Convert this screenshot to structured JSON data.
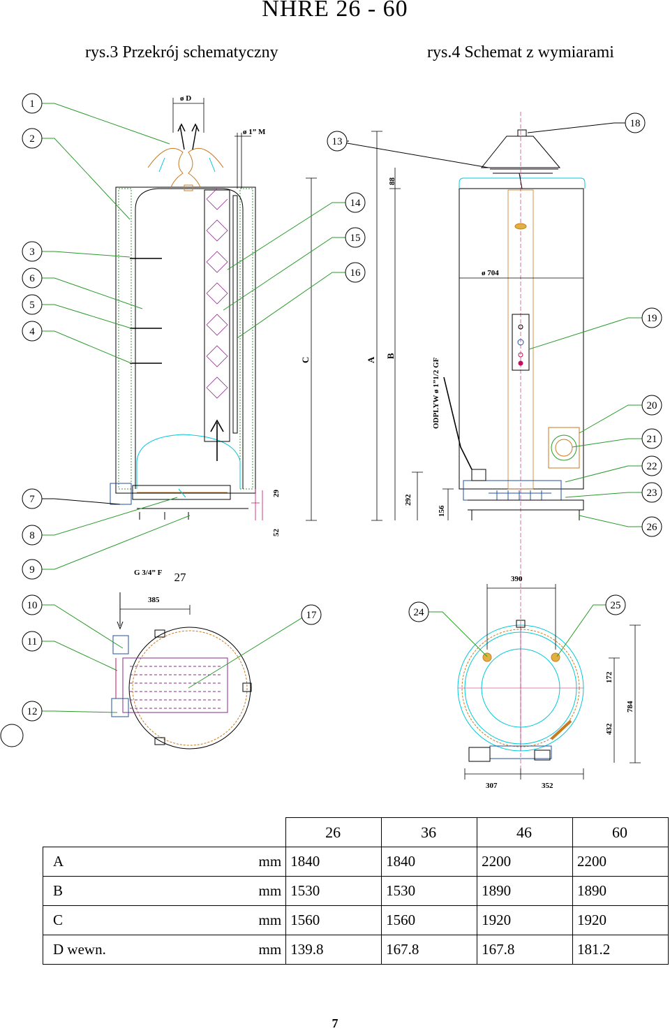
{
  "title": "NHRE  26 - 60",
  "captions": {
    "left": "rys.3 Przekrój schematyczny",
    "right": "rys.4 Schemat z wymiarami"
  },
  "callouts": [
    "1",
    "2",
    "3",
    "6",
    "5",
    "4",
    "7",
    "8",
    "9",
    "10",
    "11",
    "12",
    "13",
    "14",
    "15",
    "16",
    "17",
    "18",
    "19",
    "20",
    "21",
    "22",
    "23",
    "24",
    "25",
    "26",
    "27"
  ],
  "labels": {
    "od": "ø D",
    "o1m": "ø 1” M",
    "c": "C",
    "a": "A",
    "b": "B",
    "d88": "88",
    "d704": "ø 704",
    "odplyw": "ODPLYW   ø 1”1/2 GF",
    "d29": "29",
    "d52": "52",
    "d292": "292",
    "d156": "156",
    "g34": "G 3/4” F",
    "d385": "385",
    "d390": "390",
    "d172": "172",
    "d432": "432",
    "d784": "784",
    "d307": "307",
    "d352": "352"
  },
  "table": {
    "models": [
      "26",
      "36",
      "46",
      "60"
    ],
    "rows": [
      {
        "label": "A",
        "unit": "mm",
        "values": [
          "1840",
          "1840",
          "2200",
          "2200"
        ]
      },
      {
        "label": "B",
        "unit": "mm",
        "values": [
          "1530",
          "1530",
          "1890",
          "1890"
        ]
      },
      {
        "label": "C",
        "unit": "mm",
        "values": [
          "1560",
          "1560",
          "1920",
          "1920"
        ]
      },
      {
        "label": "D wewn.",
        "unit": "mm",
        "values": [
          "139.8",
          "167.8",
          "167.8",
          "181.2"
        ]
      }
    ]
  },
  "page_number": "7"
}
